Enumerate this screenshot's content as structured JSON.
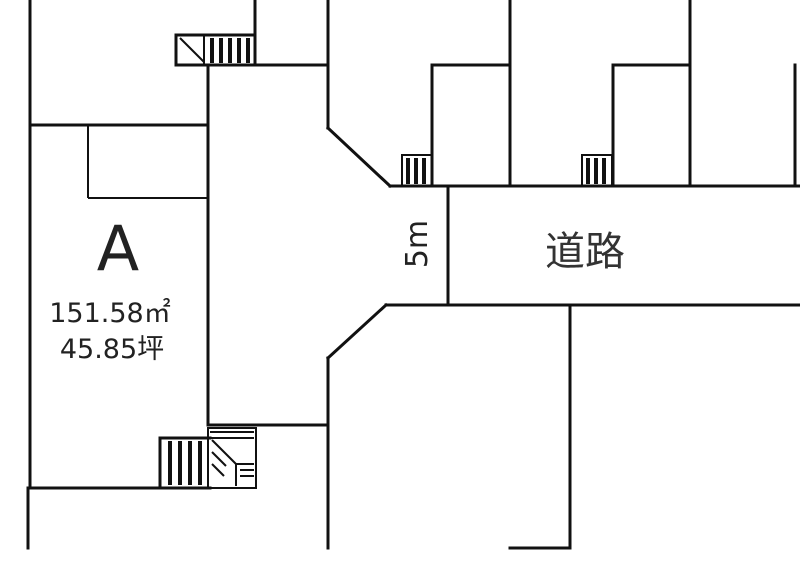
{
  "lot": {
    "letter": "A",
    "area_sqm": "151.58㎡",
    "area_tsubo": "45.85坪"
  },
  "road": {
    "label": "道路",
    "width": "5m"
  },
  "colors": {
    "line": "#111111",
    "text": "#222222",
    "background": "#ffffff"
  }
}
